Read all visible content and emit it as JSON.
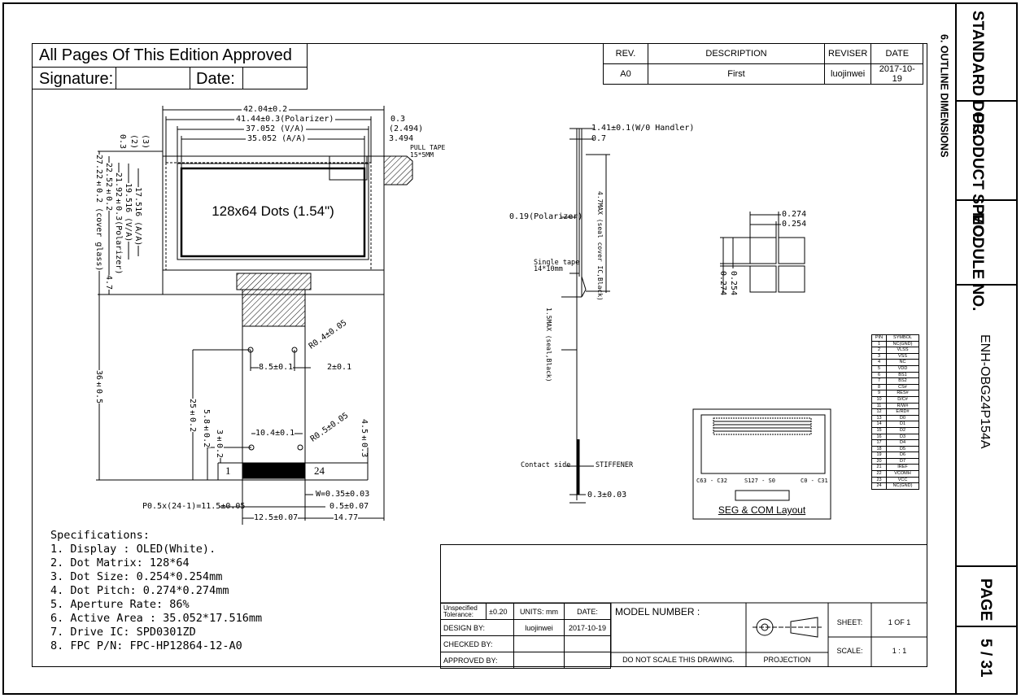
{
  "approval": {
    "line1": "All Pages Of This Edition Approved",
    "signature_label": "Signature:",
    "date_label": "Date:"
  },
  "revision": {
    "headers": [
      "REV.",
      "DESCRIPTION",
      "REVISER",
      "DATE"
    ],
    "rows": [
      [
        "A0",
        "First",
        "luojinwei",
        "2017-10-19"
      ]
    ]
  },
  "right_column": {
    "standard_doc": "STANDARD DOC.",
    "product_spec": "PRODUCT SPEC.",
    "module_no": "MODULE NO.",
    "module_number": "ENH-OBG24P154A",
    "page_label": "PAGE",
    "page_value": "5 / 31"
  },
  "section_title": "6. OUTLINE DIMENSIONS",
  "display_label": "128x64 Dots (1.54\")",
  "dims_top": [
    "42.04±0.2",
    "41.44±0.3(Polarizer)",
    "37.052 (V/A)",
    "35.052 (A/A)",
    "0.3",
    "(2.494)",
    "3.494",
    "PULL TAPE",
    "15*5MM"
  ],
  "dims_left": [
    "0.3",
    "(2)",
    "(3)",
    "22.52±0.2",
    "21.92±0.3(Polarizer)",
    "27.22±0.2 (cover glass)",
    "19.516 (V/A)",
    "17.516 (A/A)",
    "4.7",
    "36±0.5",
    "25±0.2",
    "5.8±0.2",
    "3±0.2"
  ],
  "dims_fpc": [
    "R0.4±0.05",
    "8.5±0.1",
    "2±0.1",
    "R0.5±0.05",
    "10.4±0.1",
    "4.5±0.3",
    "1",
    "24",
    "W=0.35±0.03",
    "P0.5x(24-1)=11.5±0.05",
    "0.5±0.07",
    "12.5±0.07",
    "14.77"
  ],
  "dims_side": [
    "1.41±0.1(W/0 Handler)",
    "0.7",
    "0.19(Polarizer)",
    "4.7MAX (seal cover IC,Black)",
    "Single tape",
    "14*10mm",
    "1.5MAX (seal,Black)",
    "Contact side",
    "STIFFENER",
    "0.3±0.03"
  ],
  "dims_pixel": [
    "0.274",
    "0.254",
    "0.254",
    "0.274"
  ],
  "seg_com": {
    "labels": [
      "C63 - C32",
      "S127 - S0",
      "C0 - C31"
    ],
    "caption": "SEG & COM Layout"
  },
  "pins": {
    "headers": [
      "PIN",
      "SYMBOL"
    ],
    "rows": [
      [
        "1",
        "NC(GND)"
      ],
      [
        "2",
        "VLSS"
      ],
      [
        "3",
        "VSS"
      ],
      [
        "4",
        "NC"
      ],
      [
        "5",
        "VDD"
      ],
      [
        "6",
        "BS1"
      ],
      [
        "7",
        "BS2"
      ],
      [
        "8",
        "CS#"
      ],
      [
        "9",
        "RES#"
      ],
      [
        "10",
        "D/C#"
      ],
      [
        "11",
        "R/W#"
      ],
      [
        "12",
        "E/RD#"
      ],
      [
        "13",
        "D0"
      ],
      [
        "14",
        "D1"
      ],
      [
        "15",
        "D2"
      ],
      [
        "16",
        "D3"
      ],
      [
        "17",
        "D4"
      ],
      [
        "18",
        "D5"
      ],
      [
        "19",
        "D6"
      ],
      [
        "20",
        "D7"
      ],
      [
        "21",
        "IREF"
      ],
      [
        "22",
        "VCOMH"
      ],
      [
        "23",
        "VCC"
      ],
      [
        "24",
        "NC(GND)"
      ]
    ]
  },
  "specifications": {
    "title": "Specifications:",
    "items": [
      "1. Display :  OLED(White).",
      "2. Dot Matrix:  128*64",
      "3. Dot Size:  0.254*0.254mm",
      "4. Dot Pitch:  0.274*0.274mm",
      "5. Aperture Rate:  86%",
      "6. Active Area : 35.052*17.516mm",
      "7. Drive IC: SPD0301ZD",
      "8. FPC P/N: FPC-HP12864-12-A0"
    ]
  },
  "title_block": {
    "tolerance_label": "Unspecified Tolerance:",
    "tolerance": "±0.20",
    "units": "UNITS: mm",
    "date_label": "DATE:",
    "model_label": "MODEL NUMBER :",
    "design_label": "DESIGN   BY:",
    "designer": "luojinwei",
    "design_date": "2017-10-19",
    "checked_label": "CHECKED  BY:",
    "approved_label": "APPROVED BY:",
    "no_scale": "DO NOT SCALE THIS DRAWING.",
    "projection": "PROJECTION",
    "sheet_label": "SHEET:",
    "sheet_value": "1  OF  1",
    "scale_label": "SCALE:",
    "scale_value": "1 : 1"
  }
}
